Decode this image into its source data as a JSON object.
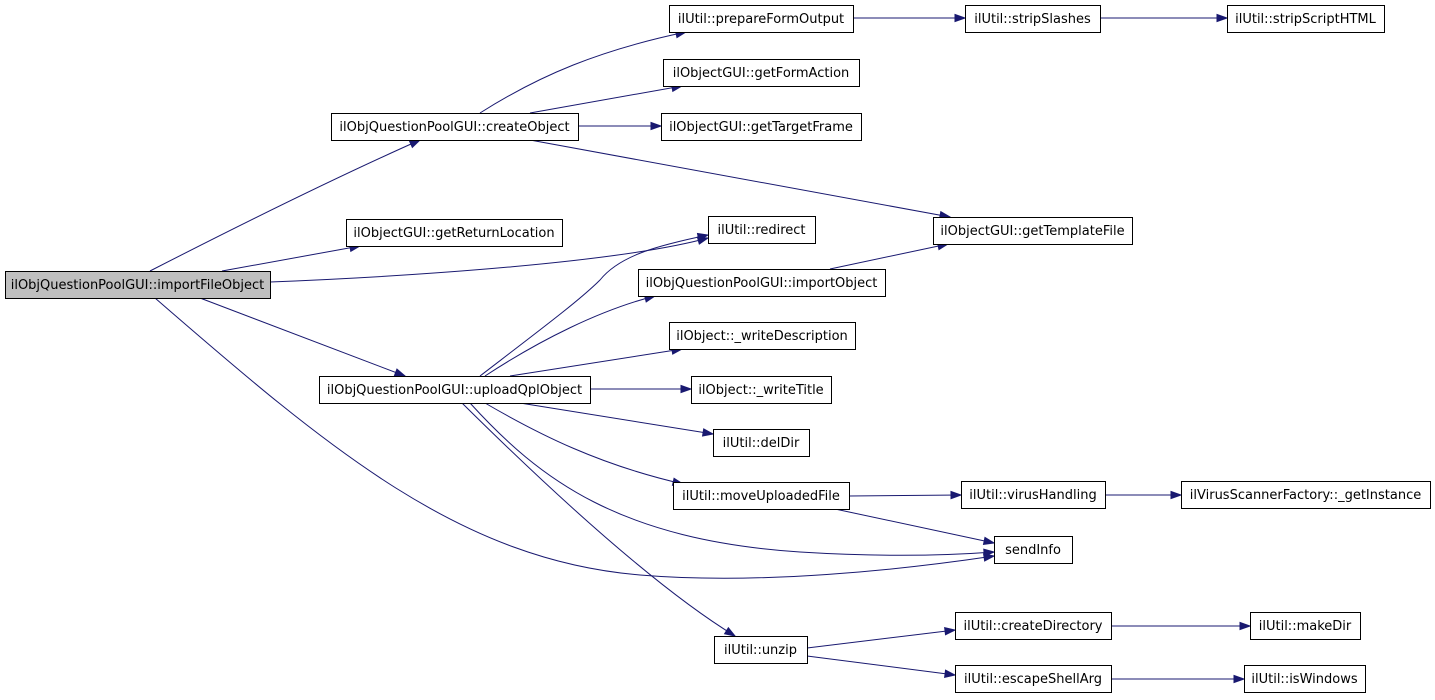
{
  "nodes": {
    "importFileObject": "ilObjQuestionPoolGUI::importFileObject",
    "createObject": "ilObjQuestionPoolGUI::createObject",
    "getReturnLocation": "ilObjectGUI::getReturnLocation",
    "uploadQplObject": "ilObjQuestionPoolGUI::uploadQplObject",
    "prepareFormOutput": "ilUtil::prepareFormOutput",
    "stripSlashes": "ilUtil::stripSlashes",
    "stripScriptHTML": "ilUtil::stripScriptHTML",
    "getFormAction": "ilObjectGUI::getFormAction",
    "getTargetFrame": "ilObjectGUI::getTargetFrame",
    "getTemplateFile": "ilObjectGUI::getTemplateFile",
    "redirect": "ilUtil::redirect",
    "importObject": "ilObjQuestionPoolGUI::importObject",
    "writeDescription": "ilObject::_writeDescription",
    "writeTitle": "ilObject::_writeTitle",
    "delDir": "ilUtil::delDir",
    "moveUploadedFile": "ilUtil::moveUploadedFile",
    "virusHandling": "ilUtil::virusHandling",
    "getInstance": "ilVirusScannerFactory::_getInstance",
    "sendInfo": "sendInfo",
    "unzip": "ilUtil::unzip",
    "createDirectory": "ilUtil::createDirectory",
    "makeDir": "ilUtil::makeDir",
    "escapeShellArg": "ilUtil::escapeShellArg",
    "isWindows": "ilUtil::isWindows"
  },
  "edges": [
    [
      "importFileObject",
      "createObject"
    ],
    [
      "importFileObject",
      "getReturnLocation"
    ],
    [
      "importFileObject",
      "redirect"
    ],
    [
      "importFileObject",
      "uploadQplObject"
    ],
    [
      "importFileObject",
      "sendInfo"
    ],
    [
      "createObject",
      "prepareFormOutput"
    ],
    [
      "createObject",
      "getFormAction"
    ],
    [
      "createObject",
      "getTargetFrame"
    ],
    [
      "createObject",
      "getTemplateFile"
    ],
    [
      "prepareFormOutput",
      "stripSlashes"
    ],
    [
      "stripSlashes",
      "stripScriptHTML"
    ],
    [
      "importObject",
      "getTemplateFile"
    ],
    [
      "uploadQplObject",
      "redirect"
    ],
    [
      "uploadQplObject",
      "importObject"
    ],
    [
      "uploadQplObject",
      "writeDescription"
    ],
    [
      "uploadQplObject",
      "writeTitle"
    ],
    [
      "uploadQplObject",
      "delDir"
    ],
    [
      "uploadQplObject",
      "moveUploadedFile"
    ],
    [
      "uploadQplObject",
      "sendInfo"
    ],
    [
      "uploadQplObject",
      "unzip"
    ],
    [
      "moveUploadedFile",
      "virusHandling"
    ],
    [
      "moveUploadedFile",
      "sendInfo"
    ],
    [
      "virusHandling",
      "getInstance"
    ],
    [
      "unzip",
      "createDirectory"
    ],
    [
      "unzip",
      "escapeShellArg"
    ],
    [
      "createDirectory",
      "makeDir"
    ],
    [
      "escapeShellArg",
      "isWindows"
    ]
  ],
  "colors": {
    "edge": "#191970",
    "root_fill": "#bfbfbf",
    "node_fill": "#ffffff",
    "node_border": "#000000"
  }
}
